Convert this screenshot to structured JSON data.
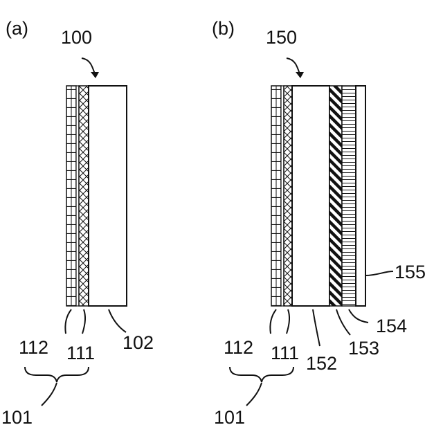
{
  "panel_a": {
    "panel_label": "(a)",
    "ref": "100",
    "labels": {
      "grid_layer": "112",
      "cross_layer": "111",
      "plain_layer": "102",
      "group": "101"
    }
  },
  "panel_b": {
    "panel_label": "(b)",
    "ref": "150",
    "labels": {
      "grid_layer": "112",
      "cross_layer": "111",
      "plain_layer": "152",
      "diag_layer": "153",
      "hstripe_layer": "154",
      "right_layer": "155",
      "group": "101"
    }
  },
  "colors": {
    "stroke": "#111111",
    "background": "#ffffff"
  }
}
